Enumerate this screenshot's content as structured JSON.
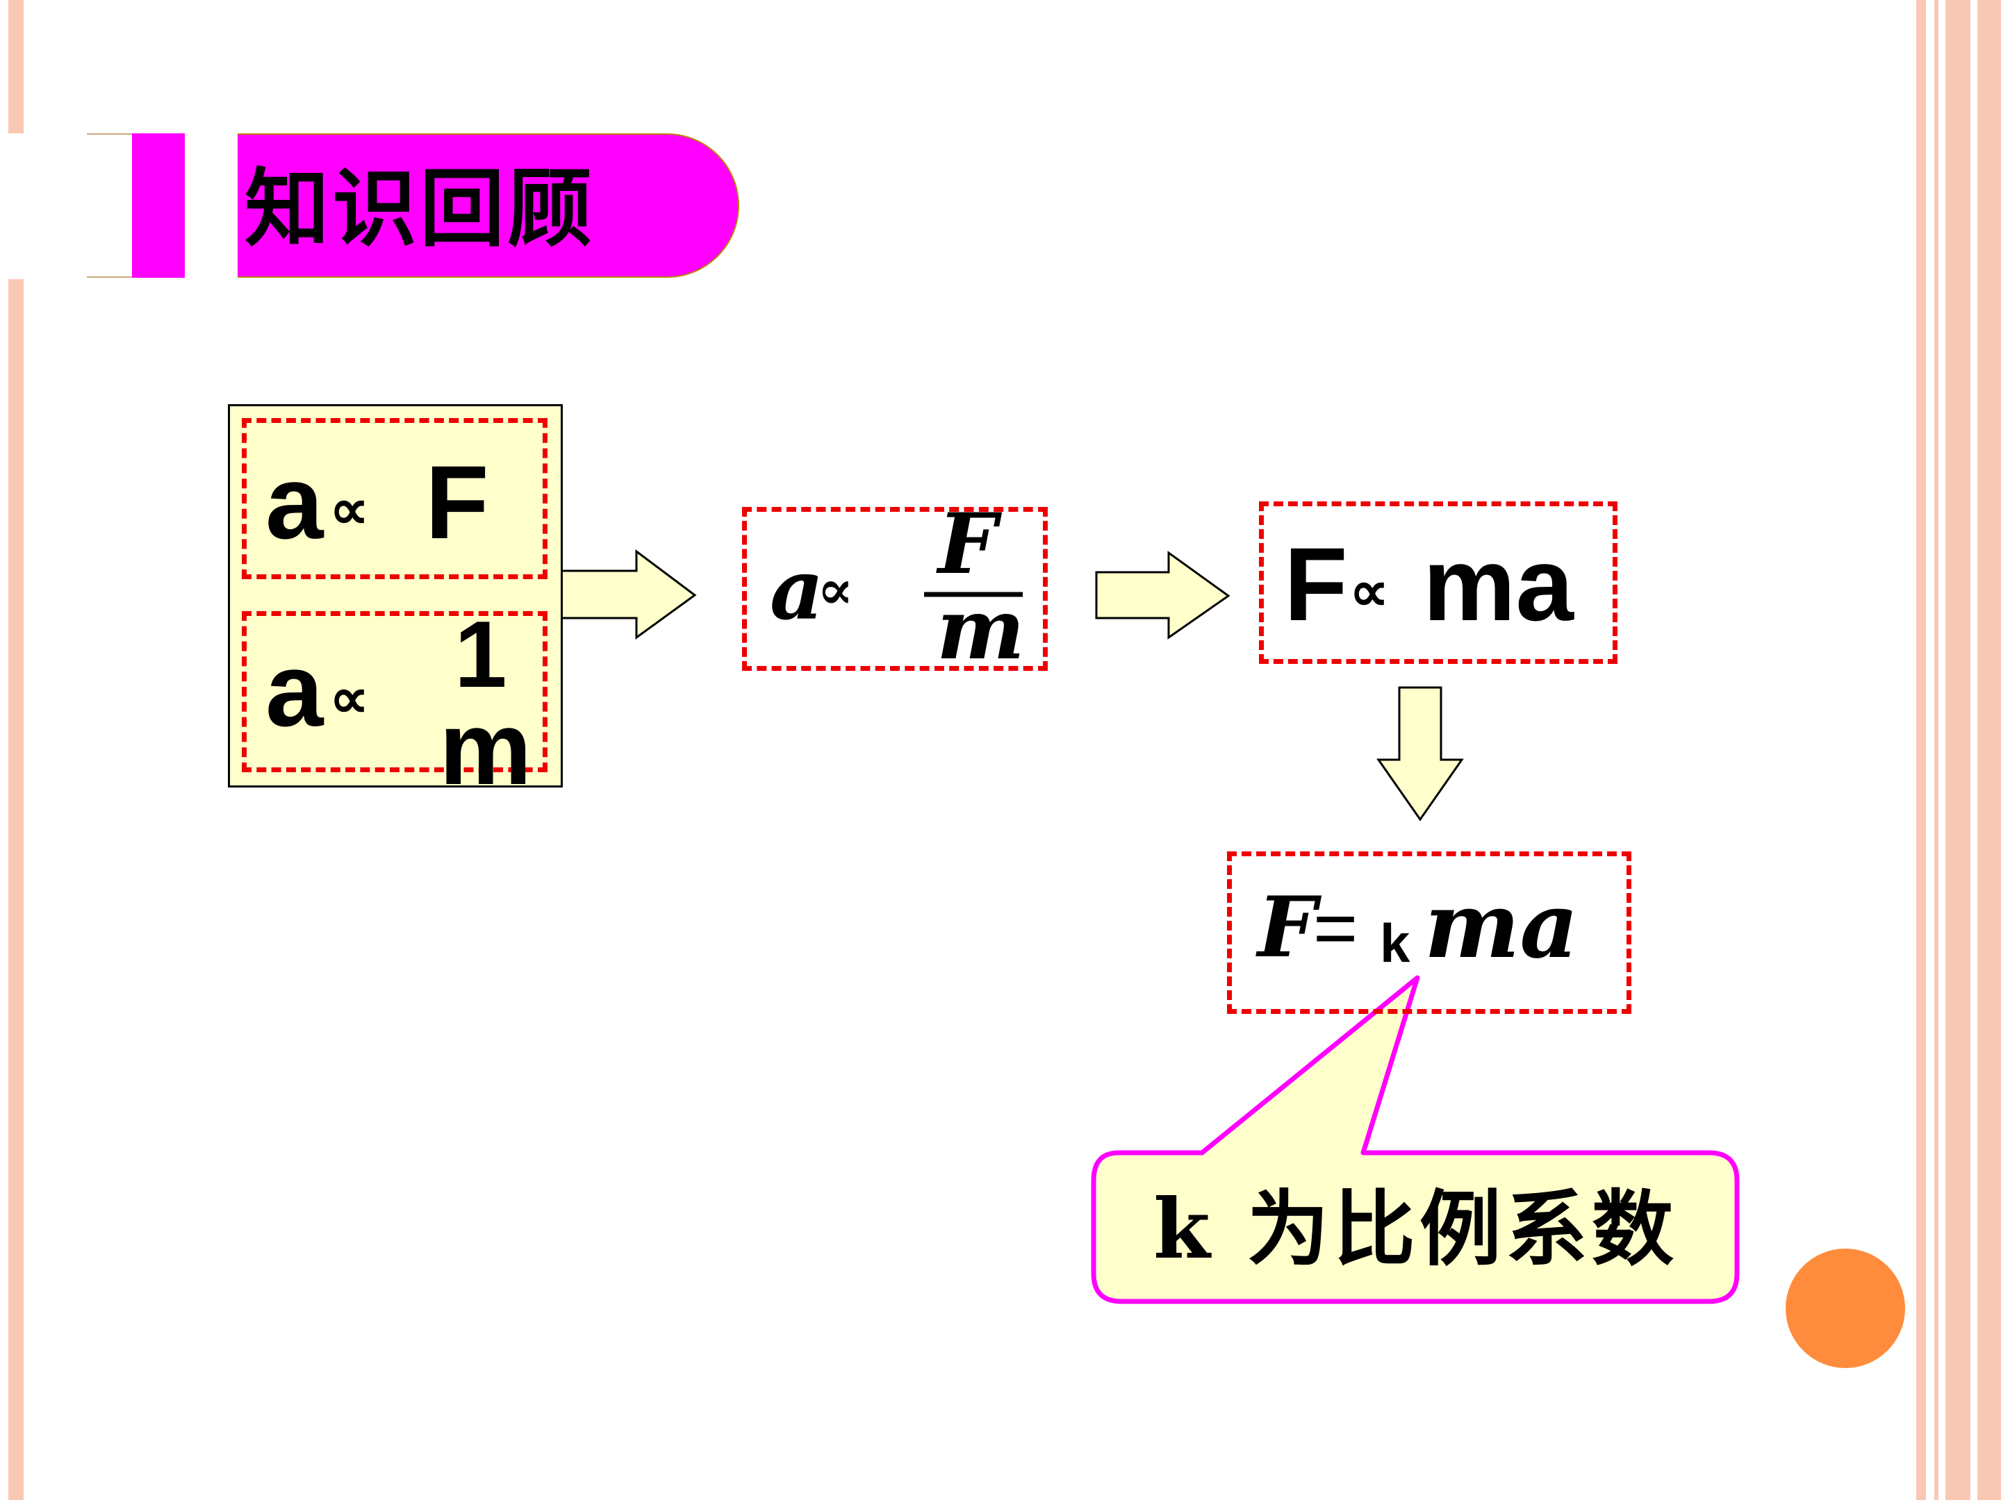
{
  "title": "知识回顾",
  "box1": {
    "prefix": "a",
    "symbol": "∝",
    "var": "F"
  },
  "box2": {
    "prefix": "a",
    "symbol": "∝",
    "numerator": "1",
    "denominator": "m"
  },
  "box3": {
    "prefix": "a",
    "symbol": "∝",
    "numerator": "F",
    "denominator": "m"
  },
  "box4": {
    "lhs": "F",
    "symbol": "∝",
    "rhs": "ma"
  },
  "box5": {
    "lhs": "F",
    "eq": "=",
    "coef": "k",
    "rhs": "ma"
  },
  "callout": {
    "text": "k 为比例系数"
  },
  "colors": {
    "accent": "#ff00ff",
    "dash": "#ee0000",
    "fill": "#ffffcc",
    "decor": "#f9c8b4",
    "orange": "#ff8c3c"
  }
}
